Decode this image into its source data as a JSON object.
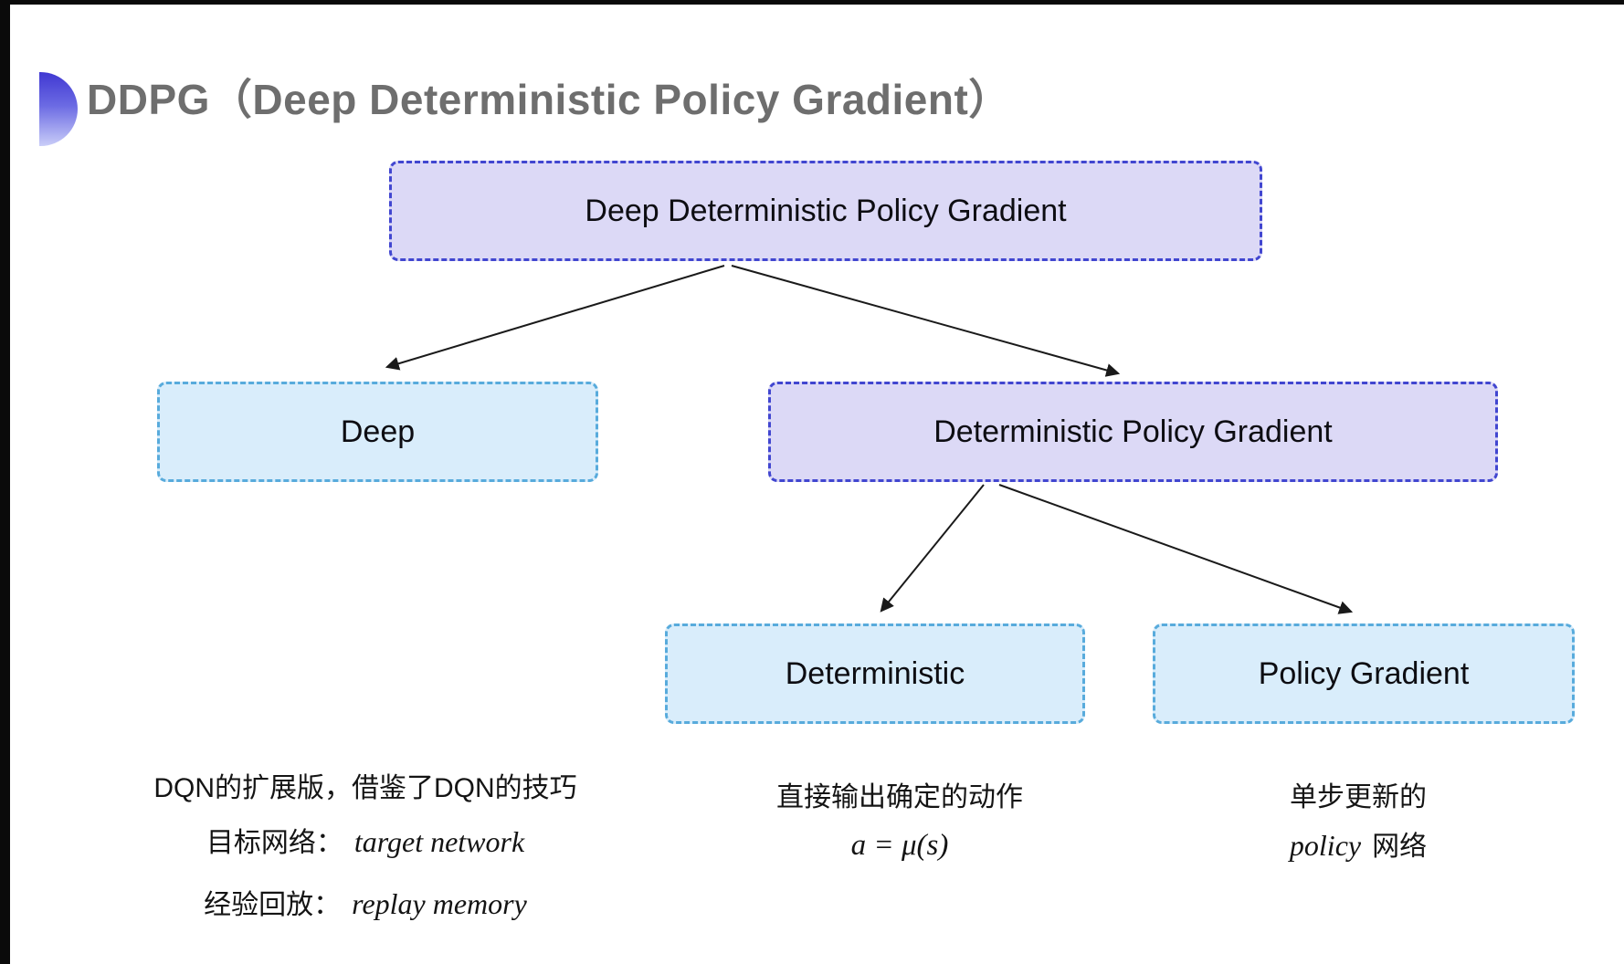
{
  "window": {
    "title_label": "DDPG（Deep Deterministic Policy Gradient）"
  },
  "colors": {
    "purple_fill": "#dcd9f6",
    "purple_border": "#4146d0",
    "cyan_fill": "#d9edfb",
    "cyan_border": "#58abdc",
    "title_gray": "#6e6e6e",
    "icon_gradient_top": "#4038d2",
    "icon_gradient_bottom": "#c9cdf8",
    "arrow_black": "#1a1a1a"
  },
  "diagram": {
    "root": {
      "label": "Deep Deterministic Policy Gradient"
    },
    "children": [
      {
        "label": "Deep"
      },
      {
        "label": "Deterministic Policy Gradient"
      }
    ],
    "grandchildren": [
      {
        "label": "Deterministic"
      },
      {
        "label": "Policy Gradient"
      }
    ]
  },
  "annotations": {
    "deep": {
      "line1": "DQN的扩展版，借鉴了DQN的技巧",
      "target_label": "目标网络：",
      "target_value": "target network",
      "replay_label": "经验回放：",
      "replay_value": "replay memory"
    },
    "deterministic": {
      "line1": "直接输出确定的动作",
      "formula": "a = μ(s)"
    },
    "policy_gradient": {
      "line1": "单步更新的",
      "term": "policy",
      "suffix": "网络"
    }
  }
}
